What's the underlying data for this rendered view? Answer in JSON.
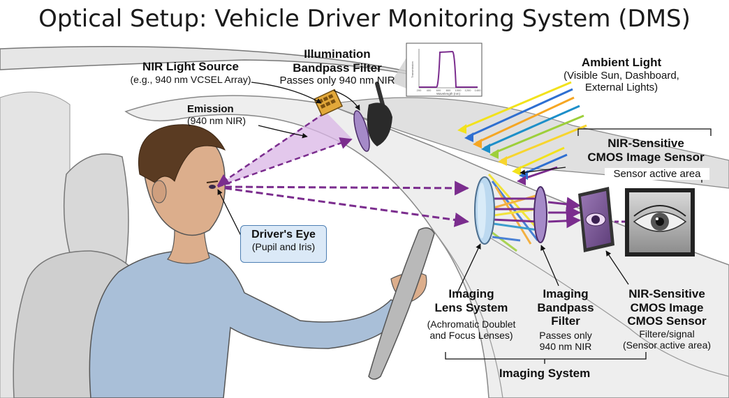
{
  "title": "Optical Setup: Vehicle Driver Monitoring System (DMS)",
  "labels": {
    "nir_source": {
      "title": "NIR Light Source",
      "sub": "(e.g., 940 nm VCSEL Array)"
    },
    "illum_filter": {
      "title1": "Illumination",
      "title2": "Bandpass Filter",
      "sub": "Passes only 940 nm NIR"
    },
    "emission": {
      "title": "Emission",
      "sub": "(940 nm NIR)"
    },
    "ambient": {
      "title": "Ambient Light",
      "sub1": "(Visible Sun, Dashboard,",
      "sub2": "External Lights)"
    },
    "cmos_top": {
      "title1": "NIR-Sensitive",
      "title2": "CMOS Image Sensor",
      "sub": "Sensor active area"
    },
    "driver_eye": {
      "title": "Driver's Eye",
      "sub": "(Pupil and Iris)"
    },
    "lens": {
      "title1": "Imaging",
      "title2": "Lens System",
      "sub1": "(Achromatic Doublet",
      "sub2": "and Focus Lenses)"
    },
    "img_filter": {
      "title1": "Imaging",
      "title2": "Bandpass",
      "title3": "Filter",
      "sub1": "Passes only",
      "sub2": "940 nm NIR"
    },
    "cmos_bottom": {
      "title1": "NIR-Sensitive",
      "title2": "CMOS Image",
      "title3": "CMOS Sensor",
      "sub1": "Filtere/signal",
      "sub2": "(Sensor active area)"
    },
    "imaging_system": "Imaging System"
  },
  "colors": {
    "nir": "#7b2d8e",
    "nir_fill": "#d9b5e6",
    "cabin": "#e9e9e9",
    "skin": "#dcae8c",
    "shirt": "#a9bfd8",
    "hair": "#5a3b22",
    "lens": "#bcd9f0",
    "filter": "#a58ac8",
    "eye_box": "#dbe9f7"
  },
  "ambient_rays": [
    "#f2e21c",
    "#2e6fd1",
    "#f5a623",
    "#1d8fc9",
    "#9dcf3a",
    "#f7d52e"
  ],
  "icons": [
    "vcsel-array-icon",
    "bandpass-filter-icon",
    "imaging-lens-icon",
    "cmos-sensor-icon",
    "rearview-mirror-icon",
    "steering-wheel-icon",
    "driver-figure-icon",
    "eye-image-icon"
  ],
  "transmission_chart": {
    "ylabel": "Transmission",
    "xlabel": "Wavelength (nm)",
    "ticks": [
      "200",
      "400",
      "600",
      "800",
      "1000",
      "1200",
      "1400"
    ]
  }
}
